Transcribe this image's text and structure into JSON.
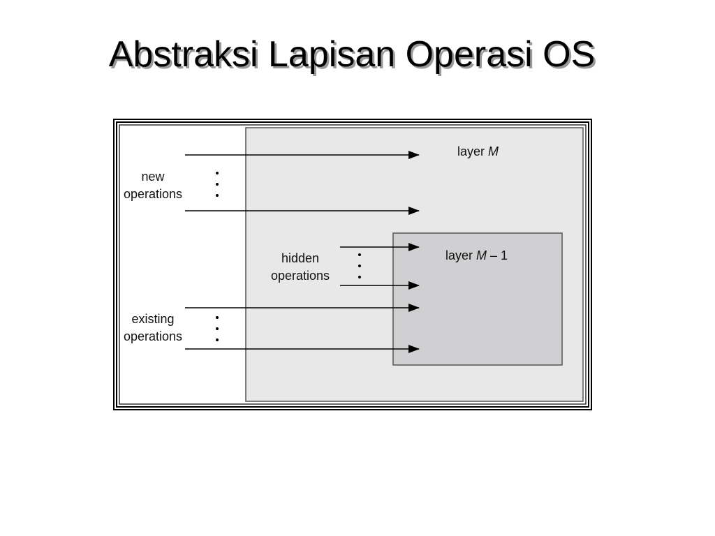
{
  "slide": {
    "title": "Abstraksi Lapisan Operasi OS"
  },
  "diagram": {
    "outer_layer": {
      "label_prefix": "layer ",
      "label_var": "M",
      "fill": "#e8e8e8"
    },
    "inner_layer": {
      "label_prefix": "layer ",
      "label_var": "M",
      "label_suffix": " – 1",
      "fill": "#d0cfd1"
    },
    "groups": {
      "new": {
        "line1": "new",
        "line2": "operations"
      },
      "hidden": {
        "line1": "hidden",
        "line2": "operations"
      },
      "existing": {
        "line1": "existing",
        "line2": "operations"
      }
    }
  }
}
